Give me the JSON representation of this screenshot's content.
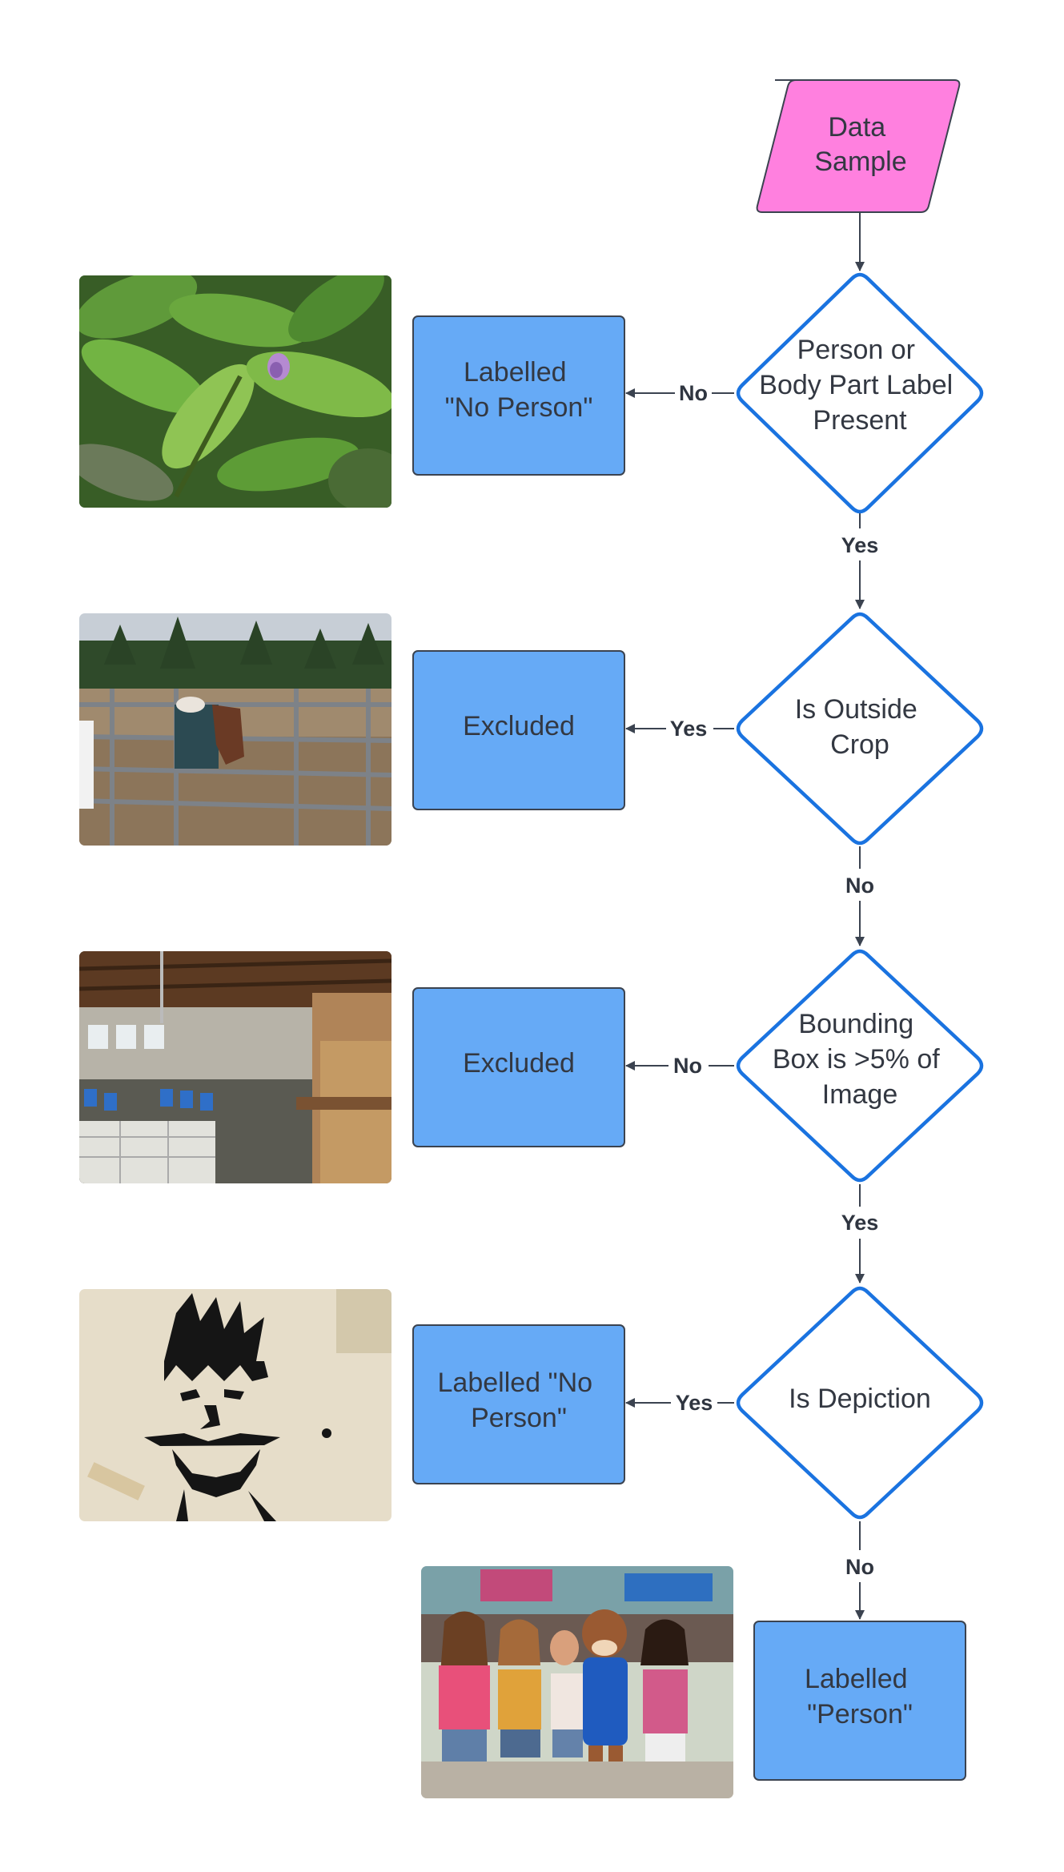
{
  "start": {
    "lines": [
      "Data",
      "Sample"
    ]
  },
  "decisions": [
    {
      "lines": [
        "Person or",
        "Body Part Label",
        "Present"
      ],
      "down_label": "Yes",
      "left_label": "No",
      "outcome": {
        "lines": [
          "Labelled",
          "\"No Person\""
        ]
      }
    },
    {
      "lines": [
        "Is Outside",
        "Crop"
      ],
      "down_label": "No",
      "left_label": "Yes",
      "outcome": {
        "lines": [
          "Excluded"
        ]
      }
    },
    {
      "lines": [
        "Bounding",
        "Box is >5% of",
        "Image"
      ],
      "down_label": "Yes",
      "left_label": "No",
      "outcome": {
        "lines": [
          "Excluded"
        ]
      }
    },
    {
      "lines": [
        "Is Depiction"
      ],
      "down_label": "No",
      "left_label": "Yes",
      "outcome": {
        "lines": [
          "Labelled \"No",
          "Person\""
        ]
      }
    }
  ],
  "final": {
    "lines": [
      "Labelled",
      "\"Person\""
    ]
  },
  "photos": [
    {
      "subject": "leafy plant with purple flower bud"
    },
    {
      "subject": "horse behind metal fence in paddock"
    },
    {
      "subject": "warehouse interior with containers"
    },
    {
      "subject": "stencil graffiti of a face on wall"
    },
    {
      "subject": "group of young women with mascot at street fair"
    }
  ],
  "colors": {
    "start_fill": "#ff80df",
    "outcome_fill": "#66aaf6",
    "decision_stroke": "#1a73e0",
    "edge": "#3b4350"
  }
}
